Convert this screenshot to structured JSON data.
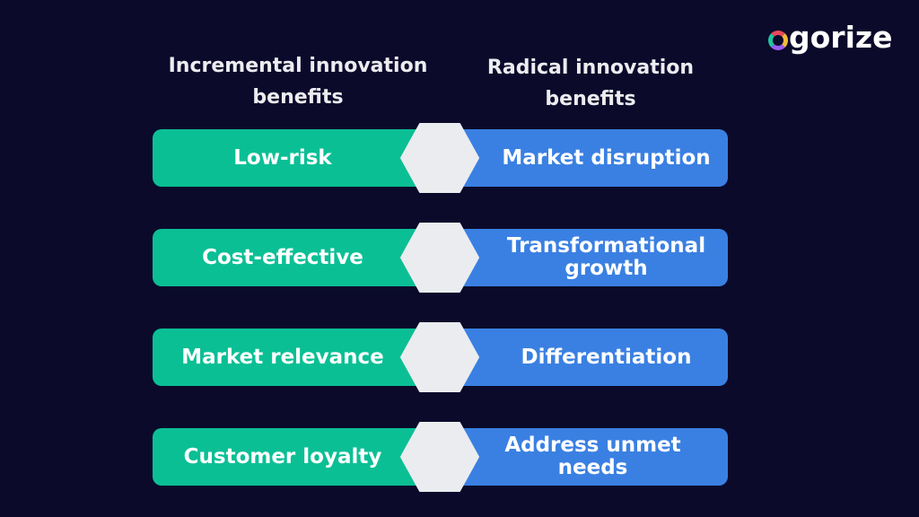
{
  "logo": {
    "text": "agorize",
    "rest": "gorize"
  },
  "headers": {
    "left": "Incremental innovation benefits",
    "right": "Radical innovation benefits"
  },
  "rows": [
    {
      "left": "Low-risk",
      "right": "Market disruption"
    },
    {
      "left": "Cost-effective",
      "right": "Transformational growth"
    },
    {
      "left": "Market relevance",
      "right": "Differentiation"
    },
    {
      "left": "Customer loyalty",
      "right": "Address unmet needs"
    }
  ],
  "colors": {
    "background": "#0b0a2b",
    "incremental": "#0bbf95",
    "radical": "#3a80e2",
    "hexagon": "#ebecef"
  }
}
